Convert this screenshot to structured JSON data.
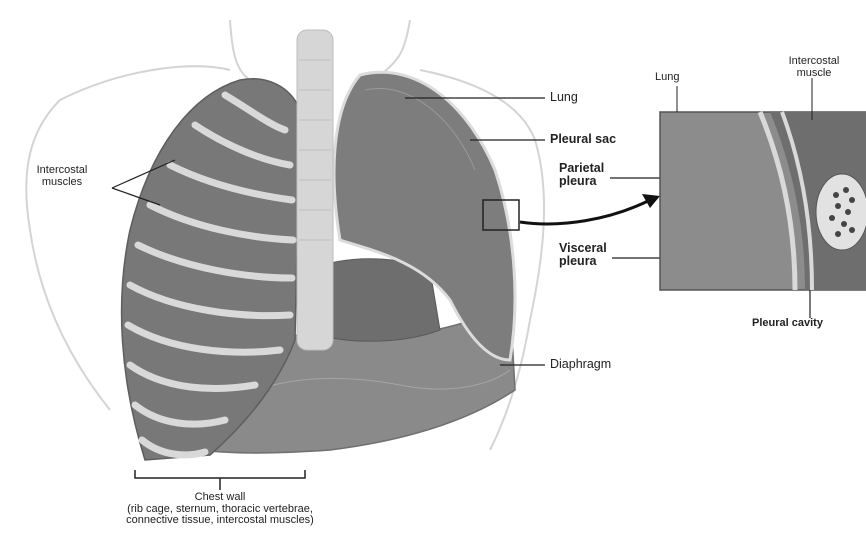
{
  "labels": {
    "intercostal_muscles_left_1": "Intercostal",
    "intercostal_muscles_left_2": "muscles",
    "lung": "Lung",
    "pleural_sac": "Pleural sac",
    "parietal_pleura_1": "Parietal",
    "parietal_pleura_2": "pleura",
    "visceral_pleura_1": "Visceral",
    "visceral_pleura_2": "pleura",
    "diaphragm": "Diaphragm",
    "inset_lung": "Lung",
    "inset_intercostal_1": "Intercostal",
    "inset_intercostal_2": "muscle",
    "pleural_cavity": "Pleural cavity",
    "chest_wall_title": "Chest wall",
    "chest_wall_desc_1": "(rib cage, sternum, thoracic vertebrae,",
    "chest_wall_desc_2": "connective tissue, intercostal muscles)"
  },
  "colors": {
    "lung_fill": "#7d7d7d",
    "lung_dark": "#5e5e5e",
    "rib": "#d9d9d9",
    "trachea": "#d6d6d6",
    "outline": "#cfcfcf",
    "inset_bg": "#8a8a8a"
  }
}
